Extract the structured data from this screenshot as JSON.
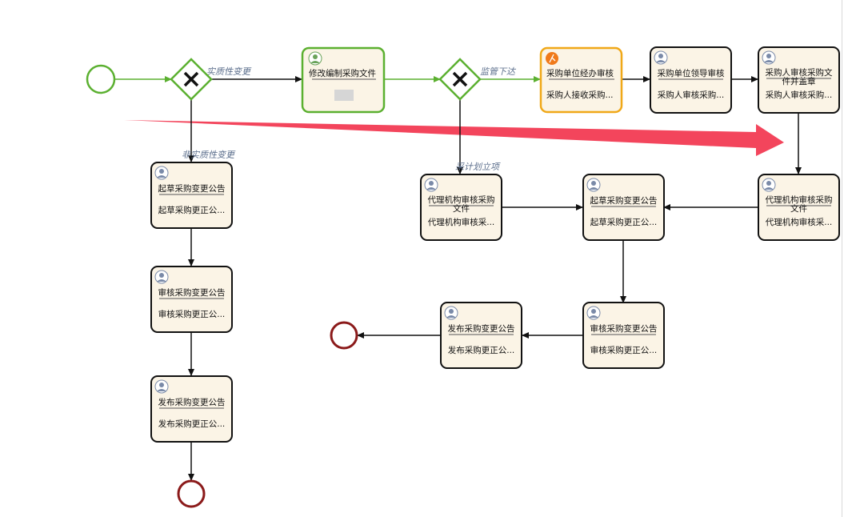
{
  "colors": {
    "flow_green": "#5bb030",
    "flow_black": "#111111",
    "start_event": "#5bb030",
    "end_event": "#8b1a1a",
    "task_fill": "#fbf4e6",
    "task_done_border": "#5bb030",
    "task_active_border": "#f0a818",
    "arrow_highlight": "#f3455c"
  },
  "flow_labels": {
    "substantive_change": "实质性变更",
    "non_substantive_change": "非实质性变更",
    "supervision_issued": "监管下达",
    "plan_project": "采计划立项"
  },
  "tasks": {
    "modify_docs": {
      "title": "修改编制采购文件",
      "subtitle": ""
    },
    "unit_handler_review": {
      "title": "采购单位经办审核",
      "subtitle": "采购人接收采购..."
    },
    "unit_leader_review": {
      "title": "采购单位领导审核",
      "subtitle": "采购人审核采购..."
    },
    "purchaser_review_seal": {
      "title": "采购人审核采购文件并盖章",
      "subtitle": "采购人审核采购..."
    },
    "agency_review_left": {
      "title": "代理机构审核采购文件",
      "subtitle": "代理机构审核采..."
    },
    "draft_notice_mid": {
      "title": "起草采购变更公告",
      "subtitle": "起草采购更正公..."
    },
    "agency_review_right": {
      "title": "代理机构审核采购文件",
      "subtitle": "代理机构审核采..."
    },
    "review_notice_mid": {
      "title": "审核采购变更公告",
      "subtitle": "审核采购更正公..."
    },
    "publish_notice_mid": {
      "title": "发布采购变更公告",
      "subtitle": "发布采购更正公..."
    },
    "draft_notice_left": {
      "title": "起草采购变更公告",
      "subtitle": "起草采购更正公..."
    },
    "review_notice_left": {
      "title": "审核采购变更公告",
      "subtitle": "审核采购更正公..."
    },
    "publish_notice_left": {
      "title": "发布采购变更公告",
      "subtitle": "发布采购更正公..."
    }
  }
}
